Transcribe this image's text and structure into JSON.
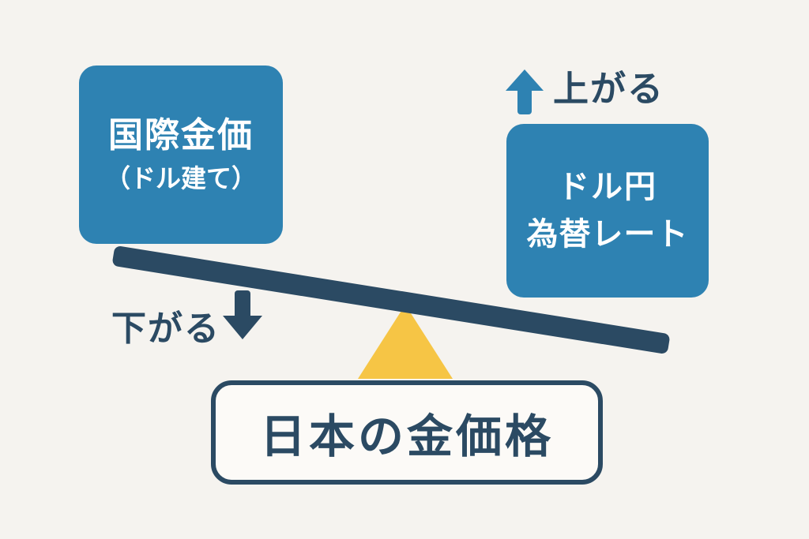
{
  "diagram": {
    "title_implicit": "Seesaw relationship of Japan gold price",
    "left_box": {
      "line1": "国際金価",
      "line2": "（ドル建て）"
    },
    "right_box": {
      "line1": "ドル円",
      "line2": "為替レート"
    },
    "up_label": "上がる",
    "down_label": "下がる",
    "bottom_box": {
      "label": "日本の金価格"
    },
    "icons": {
      "up_arrow": "up-arrow-icon",
      "down_arrow": "down-arrow-icon",
      "fulcrum": "triangle-fulcrum",
      "plank": "seesaw-plank"
    }
  },
  "colors": {
    "bg": "#f5f3ef",
    "blue": "#2e82b2",
    "navy": "#2b4a63",
    "yellow": "#f6c545",
    "boxwhite": "#fcfaf7",
    "white": "#ffffff"
  }
}
